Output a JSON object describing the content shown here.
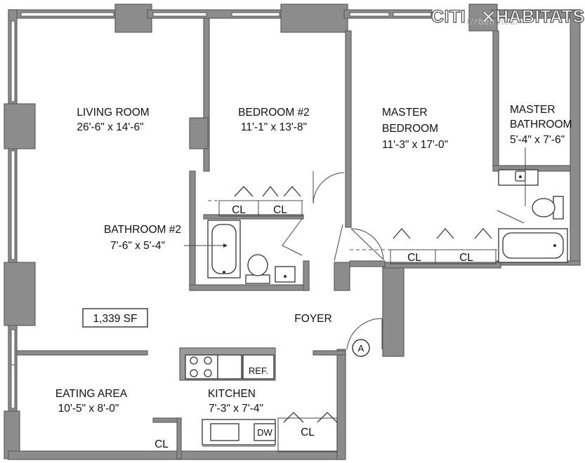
{
  "brand": {
    "logo_text_left": "CITI",
    "logo_text_right": "HABITATS",
    "logo_script": "Urban Real"
  },
  "rooms": {
    "living_room": {
      "name": "LIVING ROOM",
      "dims": "26'-6\" x 14'-6\""
    },
    "bedroom2": {
      "name": "BEDROOM #2",
      "dims": "11'-1\" x 13'-8\""
    },
    "master_bedroom": {
      "name_line1": "MASTER",
      "name_line2": "BEDROOM",
      "dims": "11'-3\" x 17'-0\""
    },
    "master_bathroom": {
      "name_line1": "MASTER",
      "name_line2": "BATHROOM",
      "dims": "5'-4\" x 7'-6\""
    },
    "bathroom2": {
      "name": "BATHROOM #2",
      "dims": "7'-6\" x 5'-4\""
    },
    "foyer": {
      "name": "FOYER"
    },
    "eating_area": {
      "name": "EATING AREA",
      "dims": "10'-5\" x 8'-0\""
    },
    "kitchen": {
      "name": "KITCHEN",
      "dims": "7'-3\" x 7'-4\""
    }
  },
  "area": "1,339 SF",
  "entry_marker": "A",
  "closet_label": "CL",
  "appliances": {
    "fridge": "REF.",
    "dishwasher": "DW"
  }
}
